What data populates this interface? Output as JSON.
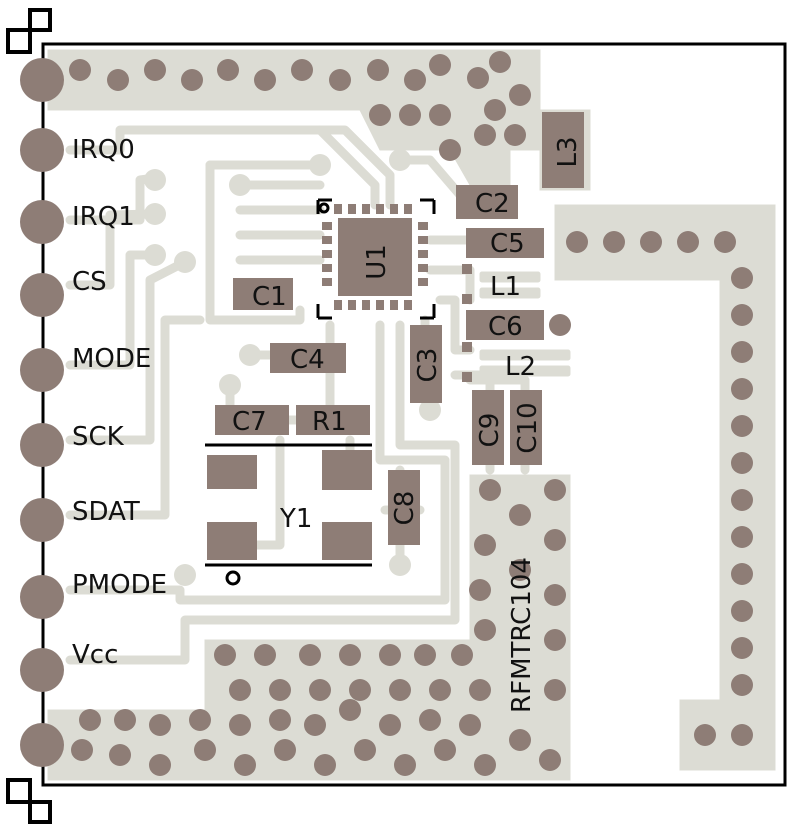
{
  "colors": {
    "copper": "#dcdcd4",
    "pad": "#8e7d76",
    "outline": "#000000",
    "text": "#111111",
    "background": "#ffffff"
  },
  "pins": {
    "irq0": "IRQ0",
    "irq1": "IRQ1",
    "cs": "CS",
    "mode": "MODE",
    "sck": "SCK",
    "sdat": "SDAT",
    "pmode": "PMODE",
    "vcc": "Vcc"
  },
  "components": {
    "u1": "U1",
    "c1": "C1",
    "c2": "C2",
    "c3": "C3",
    "c4": "C4",
    "c5": "C5",
    "c6": "C6",
    "c7": "C7",
    "c8": "C8",
    "c9": "C9",
    "c10": "C10",
    "l1": "L1",
    "l2": "L2",
    "l3": "L3",
    "r1": "R1",
    "y1": "Y1"
  },
  "board_name": "RFMTRC104"
}
